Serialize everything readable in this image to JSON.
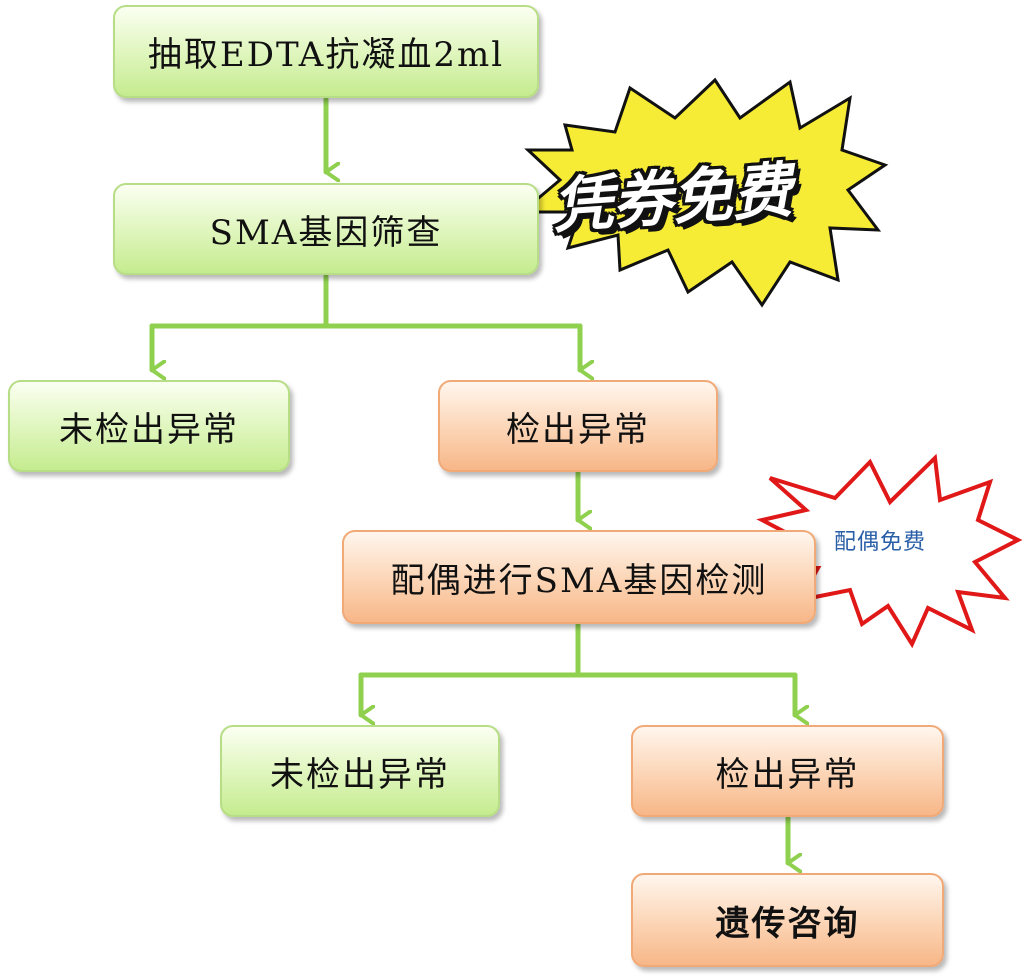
{
  "colors": {
    "green_box": "#c5ec8f",
    "orange_box": "#f7b788",
    "connector": "#8fd04f",
    "burst_yellow": "#f7ec35",
    "burst_red": "#e01818",
    "burst2_text": "#2a5fa8"
  },
  "flow": {
    "step1": "抽取EDTA抗凝血2ml",
    "step2": "SMA基因筛查",
    "branch1_normal": "未检出异常",
    "branch1_abnormal": "检出异常",
    "step3": "配偶进行SMA基因检测",
    "branch2_normal": "未检出异常",
    "branch2_abnormal": "检出异常",
    "step4": "遗传咨询"
  },
  "badges": {
    "voucher_free": "凭券免费",
    "spouse_free": "配偶免费"
  }
}
